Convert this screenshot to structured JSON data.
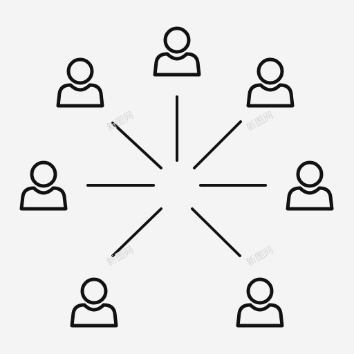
{
  "icon": {
    "name": "network-people-hub-icon",
    "stroke_color": "#111111",
    "background_color": "#f4f4f4"
  },
  "people": [
    {
      "name": "person-icon-top"
    },
    {
      "name": "person-icon-upper-right"
    },
    {
      "name": "person-icon-right"
    },
    {
      "name": "person-icon-lower-right"
    },
    {
      "name": "person-icon-lower-left"
    },
    {
      "name": "person-icon-left"
    },
    {
      "name": "person-icon-upper-left"
    }
  ],
  "rays": [
    {
      "name": "ray-top"
    },
    {
      "name": "ray-upper-right"
    },
    {
      "name": "ray-right"
    },
    {
      "name": "ray-lower-right"
    },
    {
      "name": "ray-lower-left"
    },
    {
      "name": "ray-left"
    },
    {
      "name": "ray-upper-left"
    }
  ],
  "watermark": {
    "text": "新图网"
  }
}
